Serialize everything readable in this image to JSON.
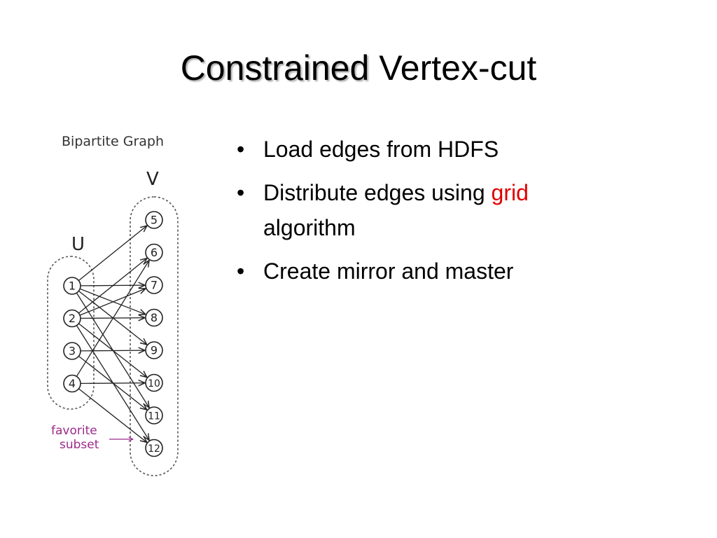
{
  "slide": {
    "title_emphasis": "Constrained",
    "title_rest": "Vertex-cut",
    "bullets": {
      "b1": "Load edges from HDFS",
      "b2_pre": "Distribute edges using ",
      "b2_highlight": "grid",
      "b2_post": "algorithm",
      "b3": "Create mirror and master"
    }
  },
  "diagram": {
    "caption": "Bipartite Graph",
    "u_label": "U",
    "v_label": "V",
    "note_line1": "favorite",
    "note_line2": "subset",
    "u_nodes": [
      "1",
      "2",
      "3",
      "4"
    ],
    "v_nodes": [
      "5",
      "6",
      "7",
      "8",
      "9",
      "10",
      "11",
      "12"
    ],
    "edges": [
      [
        "1",
        "5"
      ],
      [
        "1",
        "7"
      ],
      [
        "1",
        "8"
      ],
      [
        "1",
        "9"
      ],
      [
        "1",
        "11"
      ],
      [
        "2",
        "6"
      ],
      [
        "2",
        "7"
      ],
      [
        "2",
        "8"
      ],
      [
        "2",
        "10"
      ],
      [
        "2",
        "12"
      ],
      [
        "3",
        "9"
      ],
      [
        "3",
        "11"
      ],
      [
        "4",
        "6"
      ],
      [
        "4",
        "10"
      ],
      [
        "4",
        "12"
      ]
    ]
  },
  "colors": {
    "highlight": "#e00000",
    "note": "#9b2a8a"
  }
}
